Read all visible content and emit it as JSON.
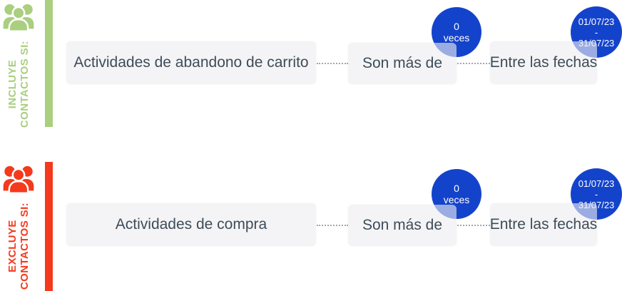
{
  "colors": {
    "include_accent": "#a9cf7f",
    "exclude_accent": "#f4391d",
    "badge_blue": "#1443cb",
    "box_background": "#f4f4f5",
    "box_text": "#3e4c59"
  },
  "sections": [
    {
      "id": "include",
      "icon": "users-group-icon",
      "label_line1": "INCLUYE",
      "label_line2": "CONTACTOS SI:",
      "nodes": [
        {
          "label": "Actividades de abandono de carrito"
        },
        {
          "label": "Son más de"
        },
        {
          "label": "Entre las fechas"
        }
      ],
      "badges": {
        "count": [
          "0",
          "veces"
        ],
        "dates": [
          "01/07/23",
          "-",
          "31/07/23"
        ]
      }
    },
    {
      "id": "exclude",
      "icon": "users-group-icon",
      "label_line1": "EXCLUYE",
      "label_line2": "CONTACTOS SI:",
      "nodes": [
        {
          "label": "Actividades de compra"
        },
        {
          "label": "Son más de"
        },
        {
          "label": "Entre las fechas"
        }
      ],
      "badges": {
        "count": [
          "0",
          "veces"
        ],
        "dates": [
          "01/07/23",
          "-",
          "31/07/23"
        ]
      }
    }
  ]
}
